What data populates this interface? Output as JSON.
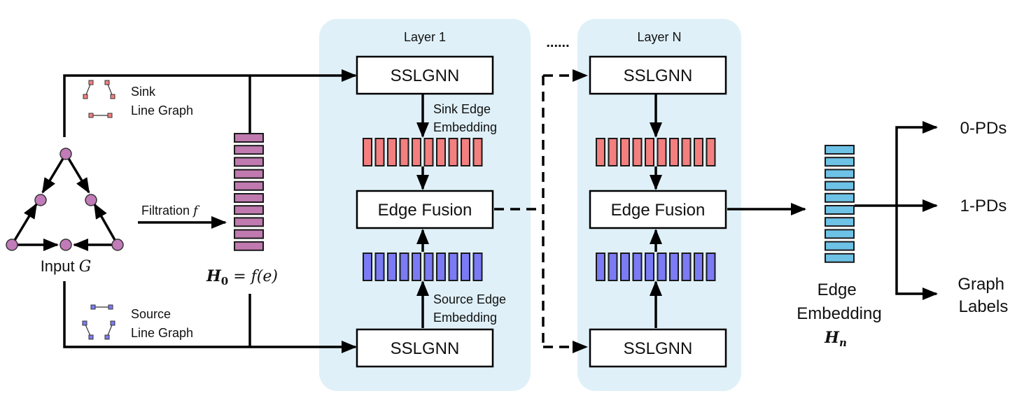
{
  "layers": [
    {
      "title": "Layer 1",
      "top_block": "SSLGNN",
      "fusion": "Edge Fusion",
      "bottom_block": "SSLGNN",
      "sink_label": [
        "Sink Edge",
        "Embedding"
      ],
      "source_label": [
        "Source Edge",
        "Embedding"
      ]
    },
    {
      "title": "Layer N",
      "top_block": "SSLGNN",
      "fusion": "Edge Fusion",
      "bottom_block": "SSLGNN"
    }
  ],
  "ellipsis": "......",
  "input": {
    "label": "Input ",
    "symbol": "G"
  },
  "sink_line_graph": [
    "Sink",
    "Line Graph"
  ],
  "source_line_graph": [
    "Source",
    "Line Graph"
  ],
  "filtration": {
    "label": "Filtration ",
    "symbol": "f"
  },
  "h0": {
    "lhs": "H",
    "sub": "0",
    "rhs": " = f(e)"
  },
  "edge_embedding": {
    "lines": [
      "Edge",
      "Embedding"
    ],
    "symbol": "H",
    "sub": "n"
  },
  "outputs": [
    [
      "0-PDs"
    ],
    [
      "1-PDs"
    ],
    [
      "Graph",
      "Labels"
    ]
  ],
  "colors": {
    "layer_bg": "#dff0f8",
    "sink_red": "#f47f7f",
    "source_blue": "#7b7bf5",
    "h0_purple": "#c07ab0",
    "hn_cyan": "#6ec2e6",
    "node_purple": "#c27bb9"
  }
}
